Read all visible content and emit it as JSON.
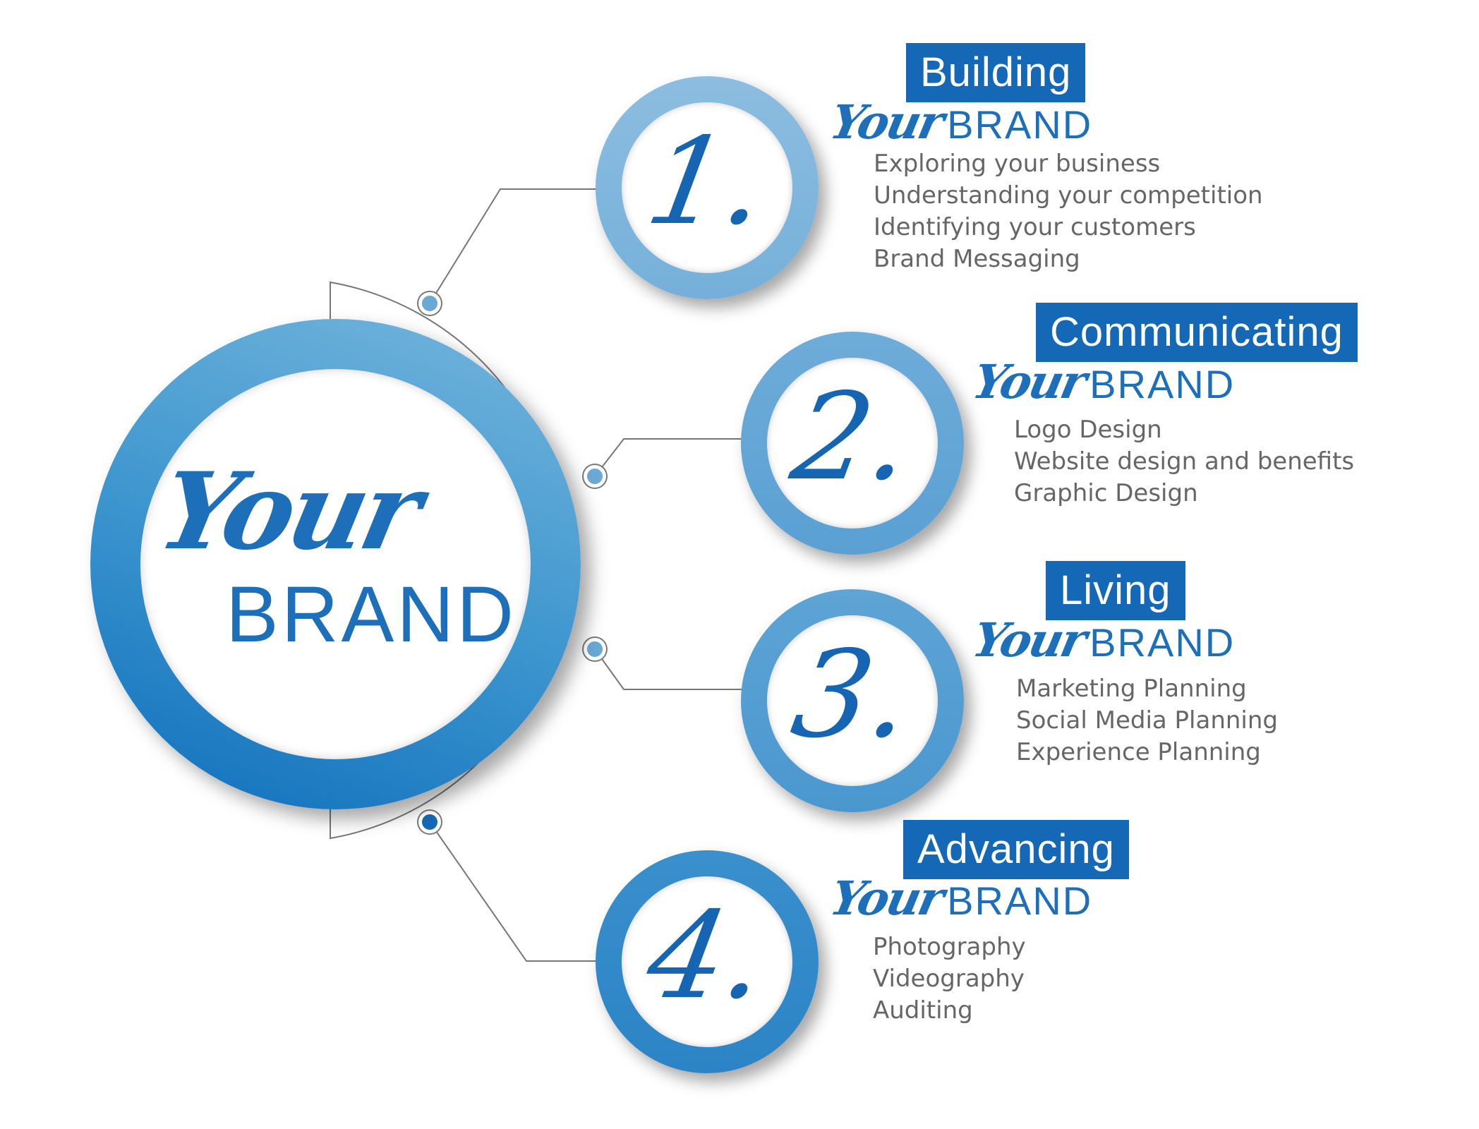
{
  "hub": {
    "script_word": "Your",
    "word": "BRAND"
  },
  "colors": {
    "primary": "#1568b5",
    "ring_light": "#86b8de",
    "ring_dark": "#0f6fbc",
    "text_gray": "#666666"
  },
  "steps": [
    {
      "number": "1.",
      "heading": "Building",
      "script_word": "Your",
      "word": "BRAND",
      "items": [
        "Exploring your business",
        "Understanding your competition",
        "Identifying your customers",
        "Brand Messaging"
      ]
    },
    {
      "number": "2.",
      "heading": "Communicating",
      "script_word": "Your",
      "word": "BRAND",
      "items": [
        "Logo Design",
        "Website design and benefits",
        "Graphic Design"
      ]
    },
    {
      "number": "3.",
      "heading": "Living",
      "script_word": "Your",
      "word": "BRAND",
      "items": [
        "Marketing Planning",
        "Social Media Planning",
        "Experience Planning"
      ]
    },
    {
      "number": "4.",
      "heading": "Advancing",
      "script_word": "Your",
      "word": "BRAND",
      "items": [
        "Photography",
        "Videography",
        "Auditing"
      ]
    }
  ]
}
